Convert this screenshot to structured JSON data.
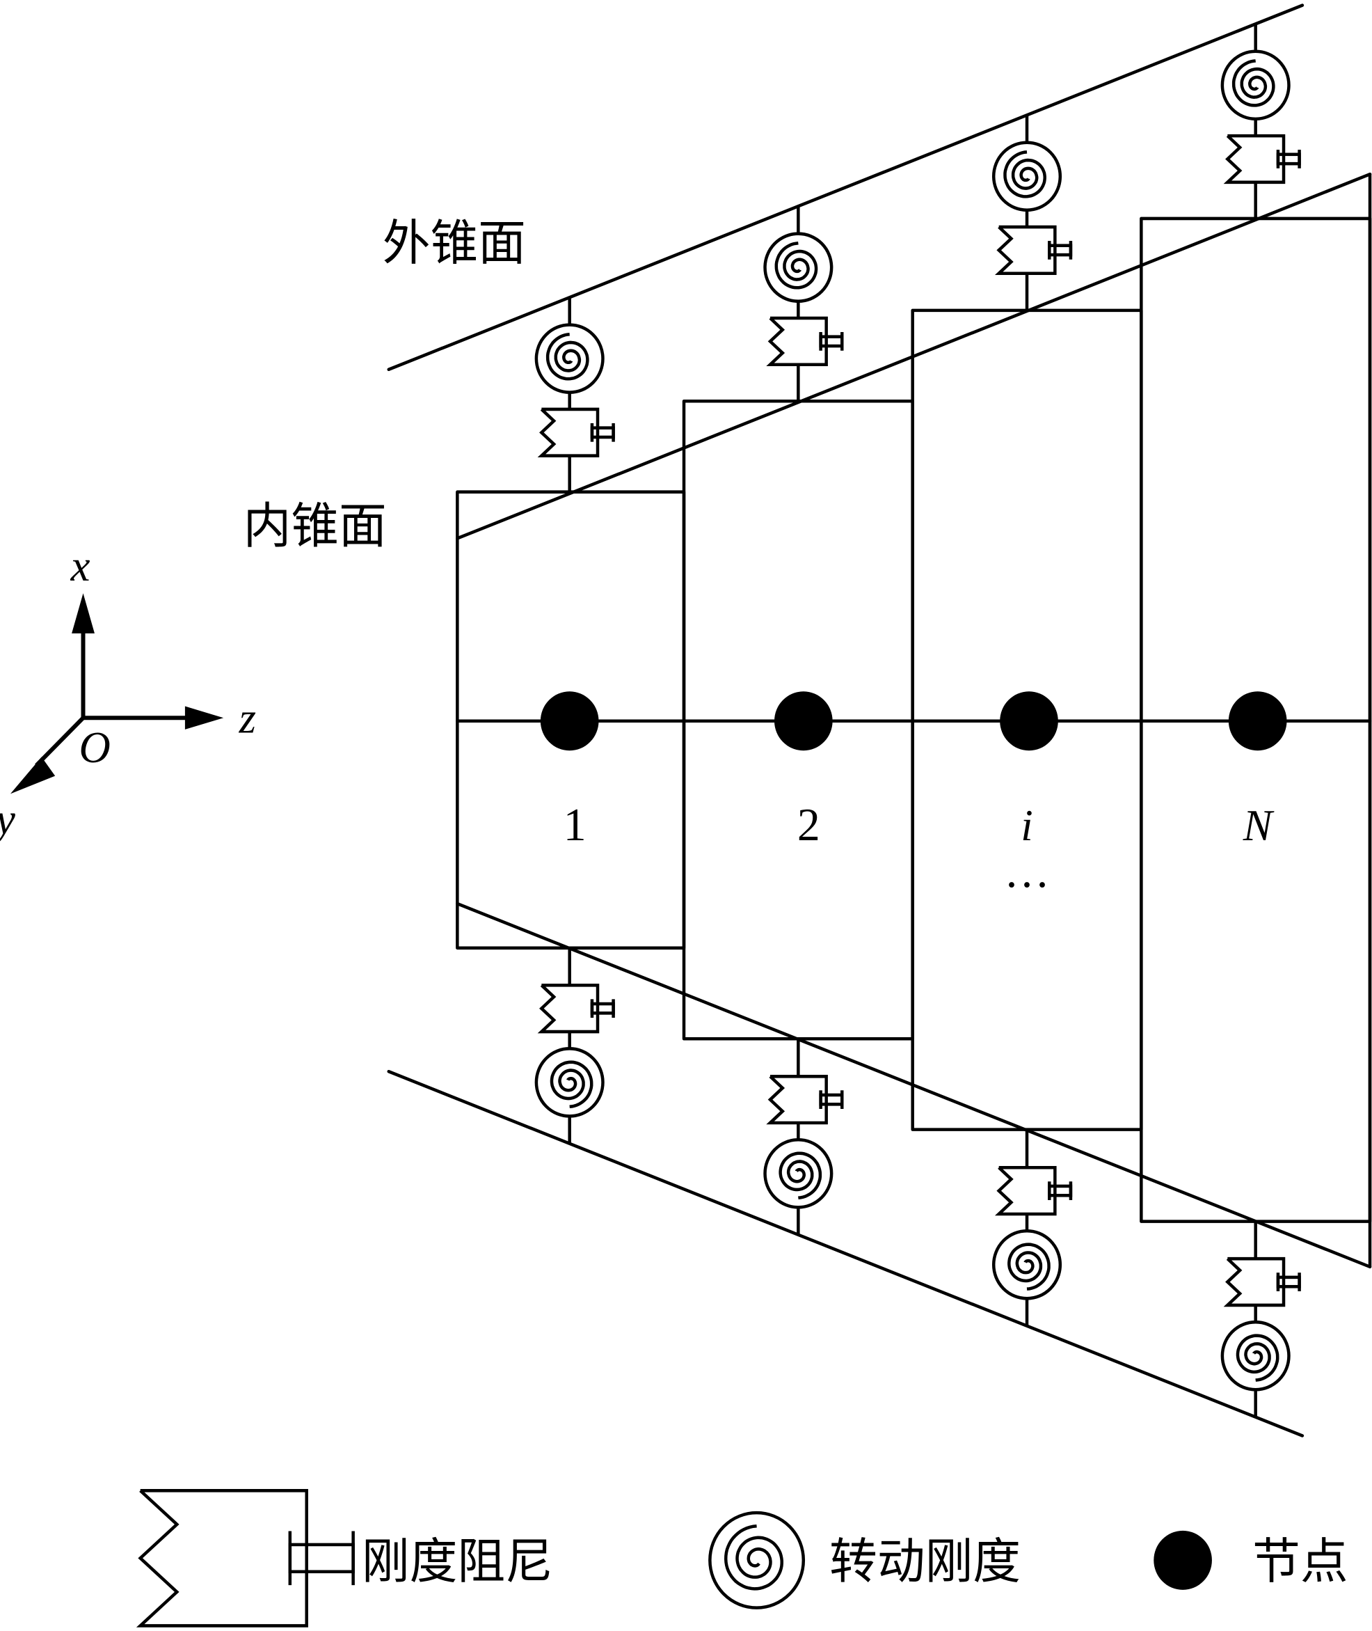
{
  "labels": {
    "outer_cone": "外锥面",
    "inner_cone": "内锥面"
  },
  "axes": {
    "x": "x",
    "y": "y",
    "z": "z",
    "origin": "O"
  },
  "elements": [
    {
      "label": "1",
      "italic": false
    },
    {
      "label": "2",
      "italic": false
    },
    {
      "label": "i",
      "italic": true
    },
    {
      "label": "N",
      "italic": true
    }
  ],
  "ellipsis": "…",
  "legend": {
    "damper": "刚度阻尼",
    "rotational": "转动刚度",
    "node": "节点"
  },
  "colors": {
    "ink": "#000000",
    "background": "#ffffff"
  }
}
